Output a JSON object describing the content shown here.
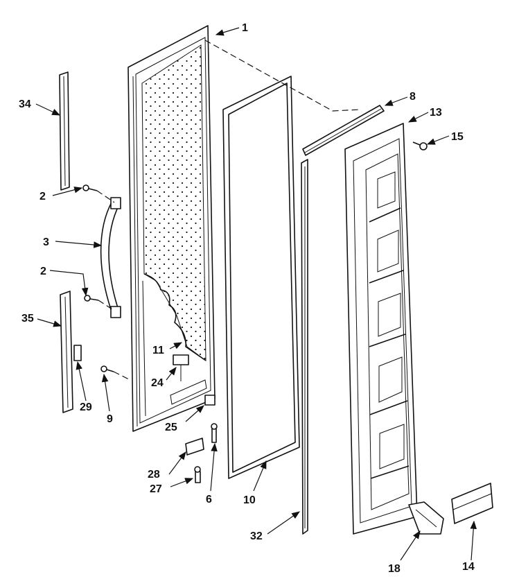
{
  "callouts": [
    {
      "id": "c1",
      "text": "1"
    },
    {
      "id": "c8",
      "text": "8"
    },
    {
      "id": "c13",
      "text": "13"
    },
    {
      "id": "c15",
      "text": "15"
    },
    {
      "id": "c34",
      "text": "34"
    },
    {
      "id": "c2a",
      "text": "2"
    },
    {
      "id": "c3",
      "text": "3"
    },
    {
      "id": "c2b",
      "text": "2"
    },
    {
      "id": "c35",
      "text": "35"
    },
    {
      "id": "c11",
      "text": "11"
    },
    {
      "id": "c24",
      "text": "24"
    },
    {
      "id": "c29",
      "text": "29"
    },
    {
      "id": "c9",
      "text": "9"
    },
    {
      "id": "c25",
      "text": "25"
    },
    {
      "id": "c28",
      "text": "28"
    },
    {
      "id": "c27",
      "text": "27"
    },
    {
      "id": "c6",
      "text": "6"
    },
    {
      "id": "c10",
      "text": "10"
    },
    {
      "id": "c32",
      "text": "32"
    },
    {
      "id": "c18",
      "text": "18"
    },
    {
      "id": "c14",
      "text": "14"
    }
  ]
}
